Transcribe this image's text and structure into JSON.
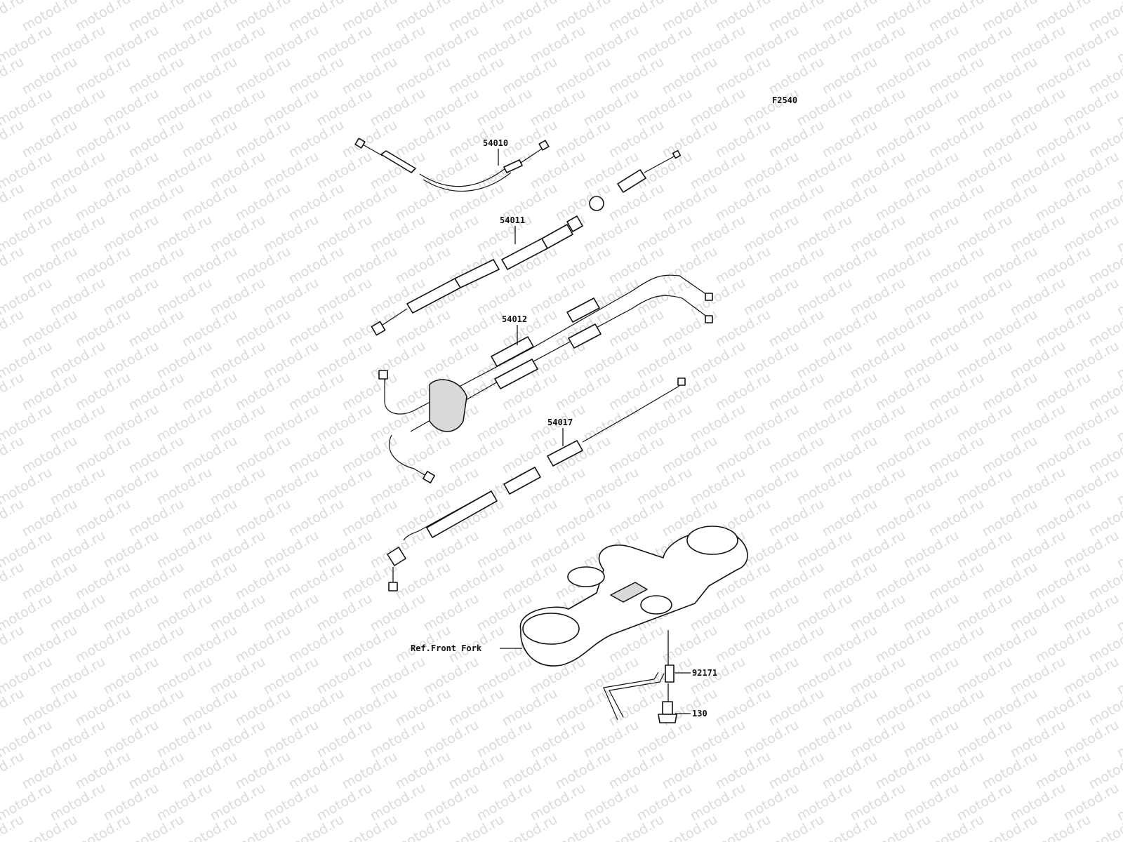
{
  "watermark": "motod.ru",
  "figure_code": "F2540",
  "callouts": [
    {
      "id": "c-54010",
      "text": "54010"
    },
    {
      "id": "c-54011",
      "text": "54011"
    },
    {
      "id": "c-54012",
      "text": "54012"
    },
    {
      "id": "c-54017",
      "text": "54017"
    },
    {
      "id": "c-ref",
      "text": "Ref.Front Fork"
    },
    {
      "id": "c-92171",
      "text": "92171"
    },
    {
      "id": "c-130",
      "text": "130"
    }
  ]
}
